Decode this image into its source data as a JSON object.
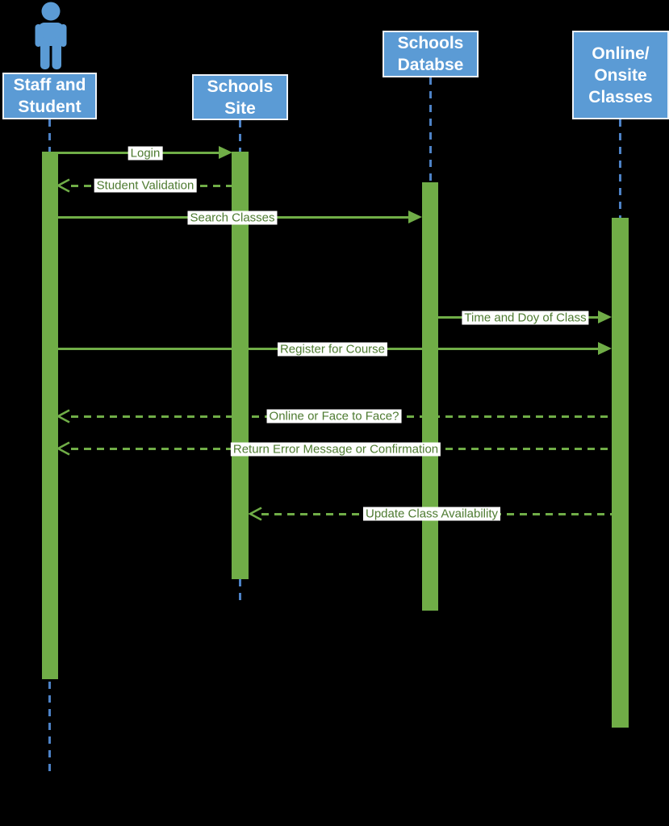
{
  "diagram": {
    "type": "sequence-diagram",
    "background": "#000000",
    "colors": {
      "actor_box": "#5b9bd5",
      "actor_box_border": "#eef3f9",
      "actor_text": "#ffffff",
      "activation_bar": "#70ad47",
      "message_line": "#70ad47",
      "message_text": "#4e7b31",
      "message_text_bg": "#ffffff",
      "lifeline": "#4d82c6"
    },
    "actors": [
      {
        "id": "staff",
        "name": "Staff and Student",
        "lines": [
          "Staff and",
          "Student"
        ],
        "icon": "person-icon"
      },
      {
        "id": "site",
        "name": "Schools Site",
        "lines": [
          "Schools",
          "Site"
        ]
      },
      {
        "id": "db",
        "name": "Schools Databse",
        "lines": [
          "Schools",
          "Databse"
        ]
      },
      {
        "id": "online",
        "name": "Online/Onsite Classes",
        "lines": [
          "Online/",
          "Onsite",
          "Classes"
        ]
      }
    ],
    "messages": [
      {
        "label": "Login",
        "from": "Staff and Student",
        "to": "Schools Site",
        "line": "solid",
        "arrow": "filled"
      },
      {
        "label": "Student Validation",
        "from": "Schools Site",
        "to": "Staff and Student",
        "line": "dashed",
        "arrow": "open"
      },
      {
        "label": "Search Classes",
        "from": "Staff and Student",
        "to": "Schools Databse",
        "line": "solid",
        "arrow": "filled"
      },
      {
        "label": "Time and Doy of Class",
        "from": "Schools Databse",
        "to": "Online/Onsite Classes",
        "line": "solid",
        "arrow": "filled"
      },
      {
        "label": "Register for Course",
        "from": "Staff and Student",
        "to": "Online/Onsite Classes",
        "line": "solid",
        "arrow": "filled"
      },
      {
        "label": "Online or Face to Face?",
        "from": "Online/Onsite Classes",
        "to": "Staff and Student",
        "line": "dashed",
        "arrow": "open"
      },
      {
        "label": "Return Error Message or Confirmation",
        "from": "Online/Onsite Classes",
        "to": "Staff and Student",
        "line": "dashed",
        "arrow": "open"
      },
      {
        "label": "Update Class Availability",
        "from": "Online/Onsite Classes",
        "to": "Schools Site",
        "line": "dashed",
        "arrow": "open"
      }
    ]
  }
}
